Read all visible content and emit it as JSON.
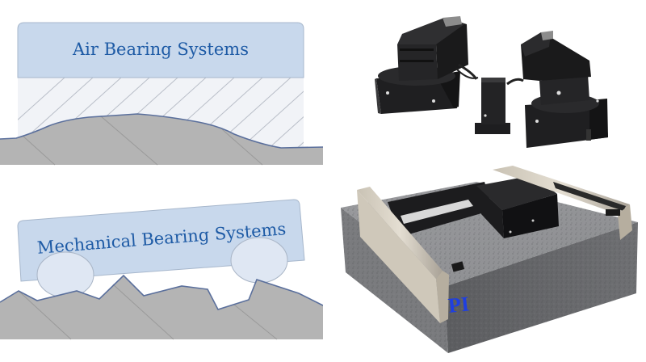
{
  "diagrams": {
    "air_bearing": {
      "label": "Air Bearing Systems",
      "colors": {
        "carriage_fill": "#c8d8ec",
        "carriage_stroke": "#a7b7cc",
        "air_gap_fill": "#f1f3f7",
        "hatch_stroke": "#b9bec8",
        "surface_fill": "#b4b4b4",
        "surface_outline": "#5a6f9c",
        "label_color": "#1d5aa5"
      }
    },
    "mechanical_bearing": {
      "label": "Mechanical Bearing Systems",
      "colors": {
        "carriage_fill": "#c8d8ec",
        "carriage_stroke": "#a7b7cc",
        "roller_fill": "#dfe7f3",
        "roller_stroke": "#a9b5c6",
        "surface_fill": "#b4b4b4",
        "surface_outline": "#5a6f9c",
        "label_color": "#1d5aa5"
      }
    }
  },
  "photos": {
    "gimbal": {
      "description": "Two black multi-axis rotary positioning stages connected by cables to a small central mount"
    },
    "granite_stage": {
      "description": "XY air-bearing stage on a granite base with steel guide rails",
      "logo_text": "PI",
      "logo_color": "#1f3fe0",
      "granite_color": "#6e6f71"
    }
  }
}
